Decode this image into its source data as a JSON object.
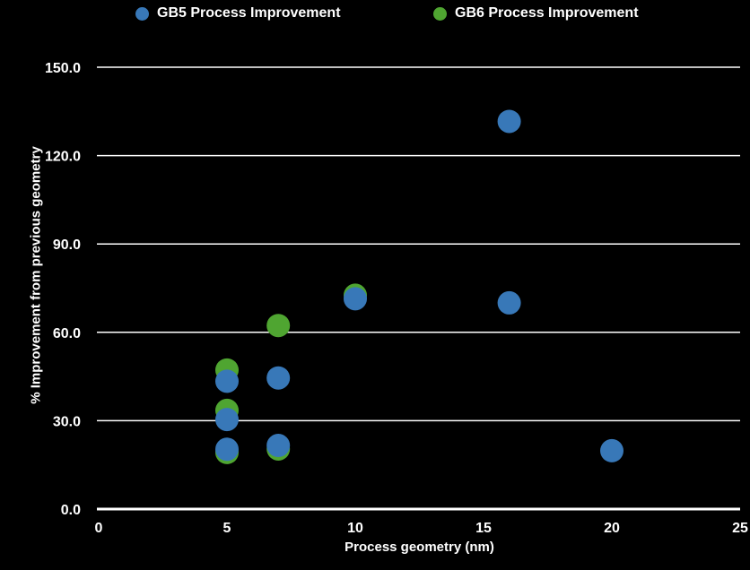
{
  "background": "#000000",
  "legend": {
    "items": [
      {
        "label": "GB5 Process Improvement",
        "color": "#3878b8"
      },
      {
        "label": "GB6 Process Improvement",
        "color": "#4fa531"
      }
    ]
  },
  "chart_data": {
    "type": "scatter",
    "title": "",
    "xlabel": "Process geometry (nm)",
    "ylabel": "% Improvement from previous geometry",
    "xlim": [
      0,
      25
    ],
    "ylim": [
      0,
      150
    ],
    "grid": "horizontal-only",
    "legend_position": "top",
    "marker_radius": 13,
    "axis_color": "#ffffff",
    "text_color": "#ffffff",
    "xticks": [
      {
        "value": 0,
        "label": "0"
      },
      {
        "value": 5,
        "label": "5"
      },
      {
        "value": 10,
        "label": "10"
      },
      {
        "value": 15,
        "label": "15"
      },
      {
        "value": 20,
        "label": "20"
      },
      {
        "value": 25,
        "label": "25"
      }
    ],
    "yticks": [
      {
        "value": 0,
        "label": "0.0"
      },
      {
        "value": 30,
        "label": "30.0"
      },
      {
        "value": 60,
        "label": "60.0"
      },
      {
        "value": 90,
        "label": "90.0"
      },
      {
        "value": 120,
        "label": "120.0"
      },
      {
        "value": 150,
        "label": "150.0"
      }
    ],
    "series": [
      {
        "name": "GB5 Process Improvement",
        "color": "#3878b8",
        "points": [
          [
            5,
            20.3
          ],
          [
            5,
            30.4
          ],
          [
            5,
            43.4
          ],
          [
            7,
            21.6
          ],
          [
            7,
            44.5
          ],
          [
            10,
            71.4
          ],
          [
            16,
            70.0
          ],
          [
            16,
            131.6
          ],
          [
            20,
            19.8
          ]
        ]
      },
      {
        "name": "GB6 Process Improvement",
        "color": "#4fa531",
        "points": [
          [
            5,
            19.2
          ],
          [
            5,
            33.5
          ],
          [
            5,
            47.2
          ],
          [
            7,
            20.4
          ],
          [
            7,
            62.3
          ],
          [
            10,
            72.6
          ]
        ]
      }
    ]
  }
}
